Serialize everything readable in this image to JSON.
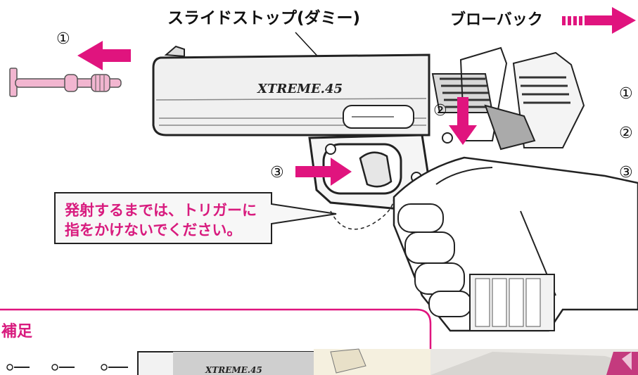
{
  "labels": {
    "slide_stop": "スライドストップ(ダミー)",
    "blowback": "ブローバック",
    "brand": "XTREME.45",
    "supplement": "補足",
    "warning_line1": "発射するまでは、トリガーに",
    "warning_line2": "指をかけないでください。"
  },
  "steps": {
    "left_1": "①",
    "slide_2": "②",
    "trigger_3": "③",
    "right_1": "①",
    "right_2": "②",
    "right_3": "③"
  },
  "colors": {
    "accent": "#e0147e",
    "pin": "#f2b6d0",
    "warn_text": "#d81b7e",
    "callout_bg": "#f7f7f7"
  }
}
